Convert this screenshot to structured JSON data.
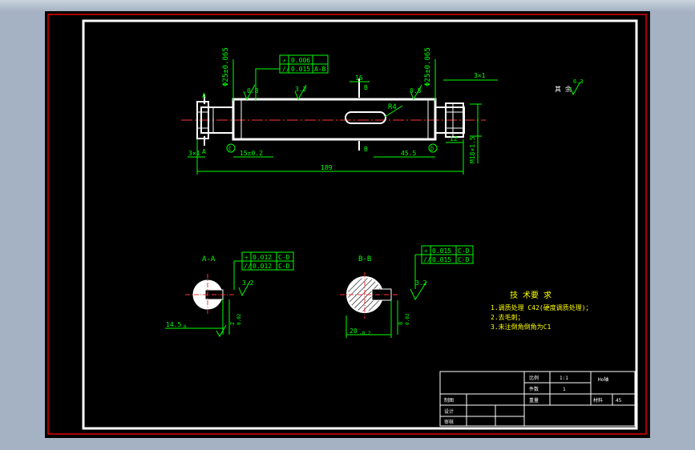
{
  "main_view": {
    "dia_left": "Φ25±0.065",
    "dia_right": "Φ25±0.065",
    "tol_runout": "0.006",
    "tol_parallel": "0.015",
    "tol_parallel_ref": "A-B",
    "rough_left": "0.8",
    "rough_mid": "3.2",
    "rough_right": "0.8",
    "key_width": "16",
    "radius": "R4",
    "chamfer_right": "3×1",
    "chamfer_left": "3×1",
    "len_left": "15±0.2",
    "len_key": "45.5",
    "len_total": "189",
    "len_thread": "12",
    "thread": "M18×1.5",
    "datum_c": "C",
    "datum_d": "D",
    "section_a_top": "A",
    "section_a_bottom": "A",
    "section_b_top": "B",
    "section_b_bottom": "B",
    "other_rough_label": "其 余",
    "other_rough_value": "6.3"
  },
  "section_a": {
    "title": "A-A",
    "tol1_value": "0.012",
    "tol1_ref": "C-D",
    "tol2_value": "0.012",
    "tol2_ref": "C-D",
    "rough": "3.2",
    "depth": "14.5",
    "width": "6",
    "dim_side": "2",
    "dim_side2": "0.02"
  },
  "section_b": {
    "title": "B-B",
    "tol1_value": "0.015",
    "tol1_ref": "C-D",
    "tol2_value": "0.015",
    "tol2_ref": "C-D",
    "rough": "3.2",
    "width": "20",
    "width_tol": "-0.2",
    "dim_side": "8",
    "dim_side2": "0.02"
  },
  "tech_req": {
    "title": "技 术要 求",
    "line1": "1.调质处理 C42(硬度调质处理)；",
    "line2": "2.去毛刺；",
    "line3": "3.未注倒角倒角为C1"
  },
  "title_block": {
    "scale_label": "比例",
    "scale_value": "1:1",
    "drawing_name": "Ho轴",
    "count_label": "件数",
    "count_value": "1",
    "drawn_label": "制图",
    "weight_label": "重量",
    "material_label": "材料",
    "material_value": "45",
    "design_label": "设计",
    "check_label": "审核"
  },
  "colors": {
    "frame": "#e00000",
    "border": "#ffffff",
    "dimension": "#00ff00",
    "geometry": "#ffffff",
    "center_line": "#ff3333",
    "note_text": "#ffff00",
    "window_bg": "#a5b2c3"
  }
}
